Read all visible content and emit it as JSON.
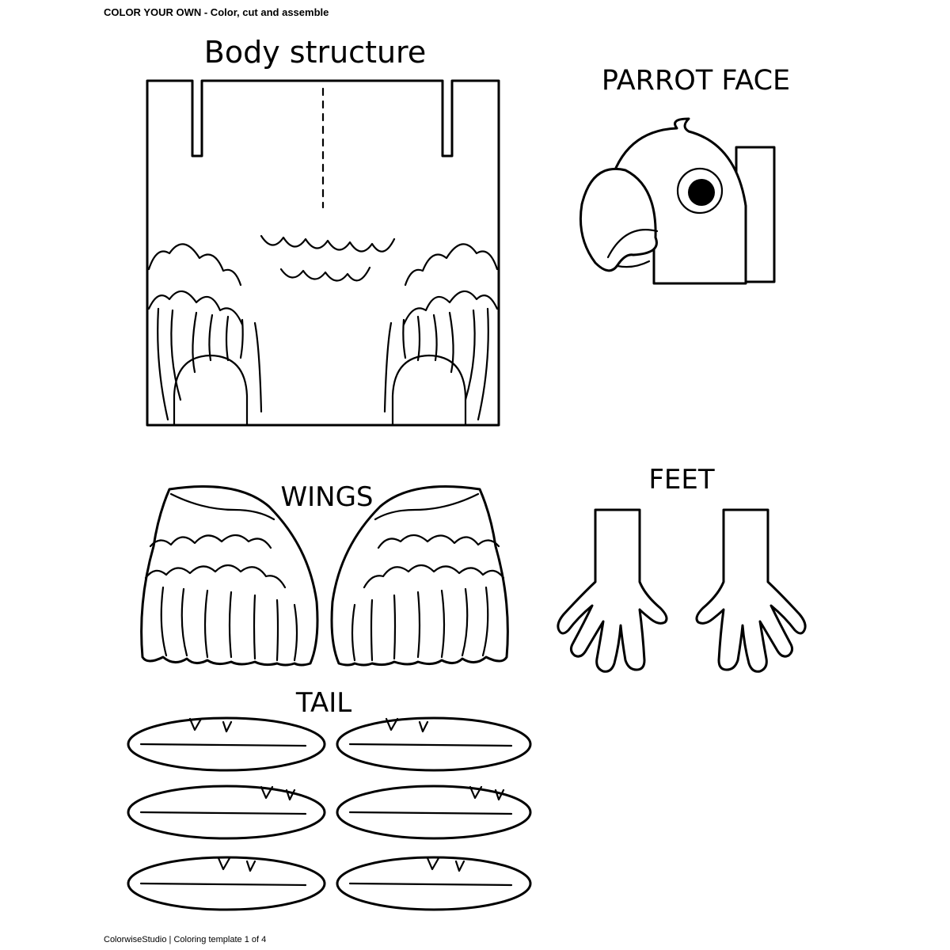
{
  "header": {
    "text": "COLOR YOUR OWN - Color, cut and assemble"
  },
  "sections": {
    "body_structure": {
      "title": "Body structure"
    },
    "parrot_face": {
      "title": "PARROT FACE"
    },
    "wings": {
      "title": "WINGS"
    },
    "feet": {
      "title": "FEET"
    },
    "tail": {
      "title": "TAIL"
    }
  },
  "footer": {
    "text": "ColorwiseStudio | Coloring template 1 of 4"
  },
  "colors": {
    "ink": "#000000",
    "paper": "#ffffff"
  }
}
